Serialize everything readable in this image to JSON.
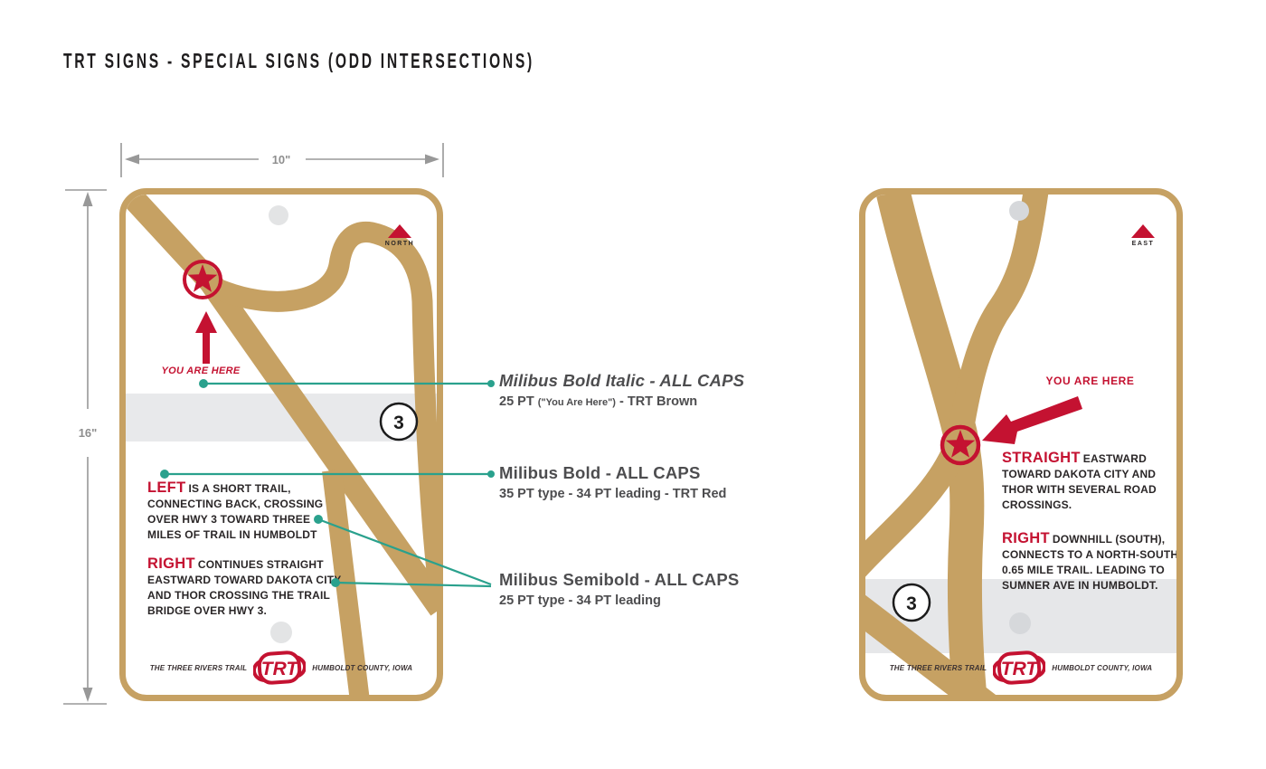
{
  "title": "TRT SIGNS - SPECIAL SIGNS (ODD INTERSECTIONS)",
  "colors": {
    "trt_red": "#C41231",
    "trt_brown": "#C6A163",
    "callout_teal": "#2AA18D",
    "dimension_grey": "#989898",
    "highway_band_grey": "#E8E9EB",
    "text_dark": "#2A2627",
    "callout_text_grey": "#4D4D4F"
  },
  "dimensions": {
    "width_label": "10\"",
    "height_label": "16\""
  },
  "sign_left": {
    "compass": "NORTH",
    "you_are_here": "YOU ARE HERE",
    "highway_badge": "3",
    "para1": {
      "lead": "LEFT",
      "line1": "IS A SHORT TRAIL,",
      "line2": "CONNECTING BACK, CROSSING",
      "line3": "OVER HWY 3 TOWARD THREE",
      "line4": "MILES OF TRAIL IN HUMBOLDT"
    },
    "para2": {
      "lead": "RIGHT",
      "line1": "CONTINUES STRAIGHT",
      "line2": "EASTWARD TOWARD DAKOTA CITY",
      "line3": "AND THOR CROSSING THE TRAIL",
      "line4": "BRIDGE OVER HWY 3."
    },
    "footer_left": "THE THREE RIVERS TRAIL",
    "logo": "TRT",
    "footer_right": "HUMBOLDT COUNTY, IOWA"
  },
  "sign_right": {
    "compass": "EAST",
    "you_are_here": "YOU ARE HERE",
    "highway_badge": "3",
    "para1": {
      "lead": "STRAIGHT",
      "line1": "EASTWARD",
      "line2": "TOWARD DAKOTA CITY AND",
      "line3": "THOR WITH SEVERAL ROAD",
      "line4": "CROSSINGS."
    },
    "para2": {
      "lead": "RIGHT",
      "line1": "DOWNHILL (SOUTH),",
      "line2": "CONNECTS TO A NORTH-SOUTH",
      "line3": "0.65 MILE TRAIL. LEADING TO",
      "line4": "SUMNER AVE IN HUMBOLDT."
    },
    "footer_left": "THE THREE RIVERS TRAIL",
    "logo": "TRT",
    "footer_right": "HUMBOLDT COUNTY, IOWA"
  },
  "callouts": [
    {
      "heading": "Milibus Bold Italic - ALL CAPS",
      "sub_a": "25 PT",
      "sub_b": "(\"You Are Here\")",
      "sub_c": "- TRT Brown"
    },
    {
      "heading": "Milibus Bold - ALL CAPS",
      "sub": "35 PT type - 34 PT leading - TRT Red"
    },
    {
      "heading": "Milibus Semibold - ALL CAPS",
      "sub": "25 PT type - 34 PT leading"
    }
  ]
}
